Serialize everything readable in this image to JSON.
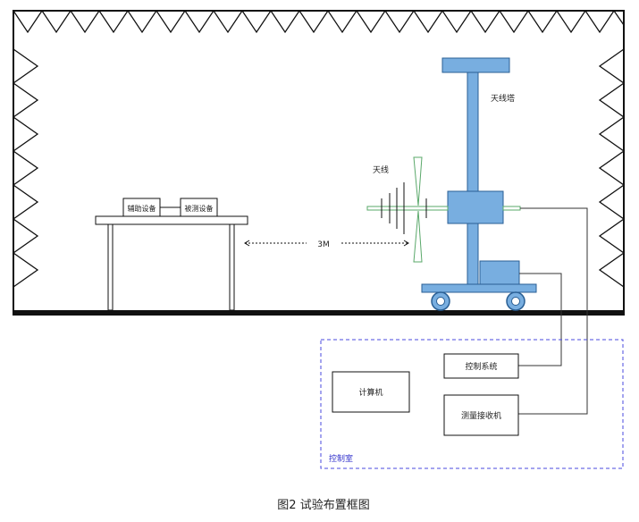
{
  "labels": {
    "antenna_tower": "天线塔",
    "antenna": "天线",
    "aux_equipment": "辅助设备",
    "dut": "被测设备",
    "distance": "3M",
    "control_system": "控制系统",
    "computer": "计算机",
    "receiver": "测量接收机",
    "control_room": "控制室"
  },
  "caption": "图2 试验布置框图",
  "colors": {
    "chamber_line": "#111111",
    "tower_fill": "#78aee0",
    "tower_stroke": "#2a5f94",
    "antenna_green": "#5aa86a",
    "control_room_border": "#4a4adf",
    "control_room_label": "#3333cc",
    "cable": "#333333"
  }
}
